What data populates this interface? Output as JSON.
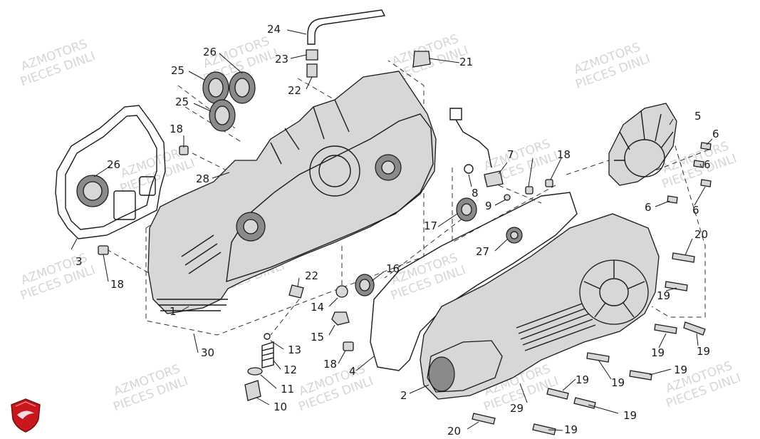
{
  "watermark": {
    "line1": "AZMOTORS",
    "line2": "PIECES DINLI"
  },
  "logo": {
    "color": "#c8181e"
  },
  "callouts": [
    "24",
    "23",
    "22",
    "21",
    "26",
    "25",
    "25",
    "18",
    "26",
    "28",
    "3",
    "18",
    "1",
    "30",
    "22",
    "14",
    "15",
    "13",
    "12",
    "11",
    "10",
    "18",
    "4",
    "16",
    "17",
    "9",
    "8",
    "7",
    "18",
    "5",
    "6",
    "6",
    "6",
    "6",
    "20",
    "27",
    "19",
    "19",
    "19",
    "19",
    "19",
    "19",
    "19",
    "19",
    "2",
    "29",
    "20",
    "19"
  ]
}
